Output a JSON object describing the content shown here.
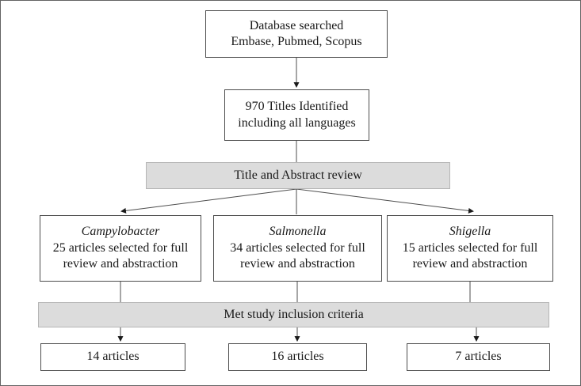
{
  "figure": {
    "type": "flowchart",
    "nodes": {
      "database": {
        "line1": "Database searched",
        "line2": "Embase, Pubmed, Scopus"
      },
      "titles_identified": {
        "line1": "970 Titles Identified",
        "line2": "including all languages"
      },
      "title_abstract_review": {
        "label": "Title and Abstract review"
      },
      "campylobacter": {
        "organism": "Campylobacter",
        "line2": "25 articles selected for full",
        "line3": "review and abstraction"
      },
      "salmonella": {
        "organism": "Salmonella",
        "line2": "34 articles selected for full",
        "line3": "review and abstraction"
      },
      "shigella": {
        "organism": "Shigella",
        "line2": "15 articles selected for full",
        "line3": "review and abstraction"
      },
      "inclusion": {
        "label": "Met study inclusion criteria"
      },
      "final_campylobacter": {
        "label": "14 articles"
      },
      "final_salmonella": {
        "label": "16 articles"
      },
      "final_shigella": {
        "label": "7 articles"
      }
    },
    "counts": {
      "titles_identified": 970,
      "campylobacter_full_review": 25,
      "salmonella_full_review": 34,
      "shigella_full_review": 15,
      "campylobacter_final": 14,
      "salmonella_final": 16,
      "shigella_final": 7
    },
    "colors": {
      "bar_fill": "#dcdcdc",
      "bar_border": "#b5b5b5",
      "box_border": "#4d4d4d",
      "connector": "#4d4d4d",
      "text": "#1a1a1a",
      "frame_border": "#636363",
      "background": "#ffffff"
    }
  }
}
